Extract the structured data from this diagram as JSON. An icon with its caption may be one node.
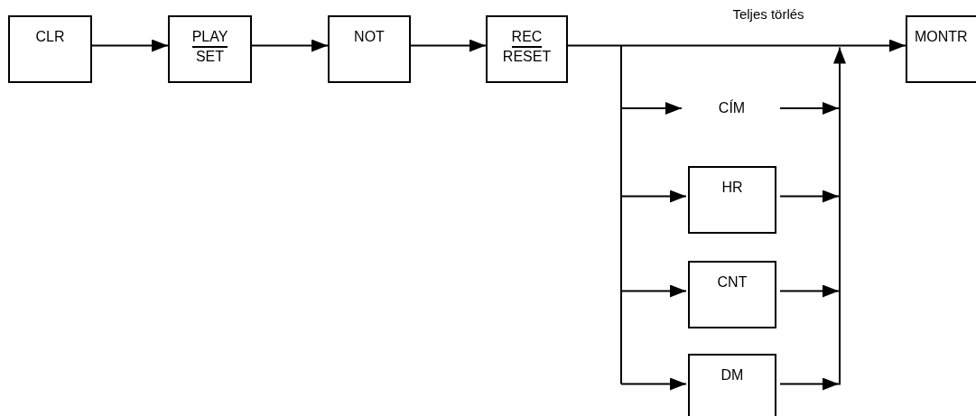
{
  "diagram": {
    "nodes": [
      {
        "text": [
          "CLR"
        ]
      },
      {
        "text": [
          "PLAY",
          "SET"
        ]
      },
      {
        "text": [
          "NOT"
        ]
      },
      {
        "text": [
          "REC",
          "RESET"
        ]
      },
      {
        "text": [
          "MONTR"
        ]
      },
      {
        "text": [
          "CÍM"
        ]
      },
      {
        "text": [
          "HR"
        ]
      },
      {
        "text": [
          "CNT"
        ]
      },
      {
        "text": [
          "DM"
        ]
      }
    ],
    "edges": [
      {
        "from": 0,
        "to": 1,
        "arrow": "to"
      },
      {
        "from": 1,
        "to": 2,
        "arrow": "to"
      },
      {
        "from": 2,
        "to": 3,
        "arrow": "to"
      },
      {
        "from": 3,
        "to": 4,
        "arrow": "to",
        "label": "Teljes törlés"
      },
      {
        "from": 3,
        "to": 5,
        "arrow": "to"
      },
      {
        "from": 3,
        "to": 6,
        "arrow": "to"
      },
      {
        "from": 3,
        "to": 7,
        "arrow": "to"
      },
      {
        "from": 3,
        "to": 8,
        "arrow": "to"
      },
      {
        "from": 5,
        "to": 4,
        "arrow": "to"
      },
      {
        "from": 6,
        "to": 4,
        "arrow": "to"
      },
      {
        "from": 7,
        "to": 4,
        "arrow": "to"
      },
      {
        "from": 8,
        "to": 4,
        "arrow": "to"
      }
    ]
  }
}
